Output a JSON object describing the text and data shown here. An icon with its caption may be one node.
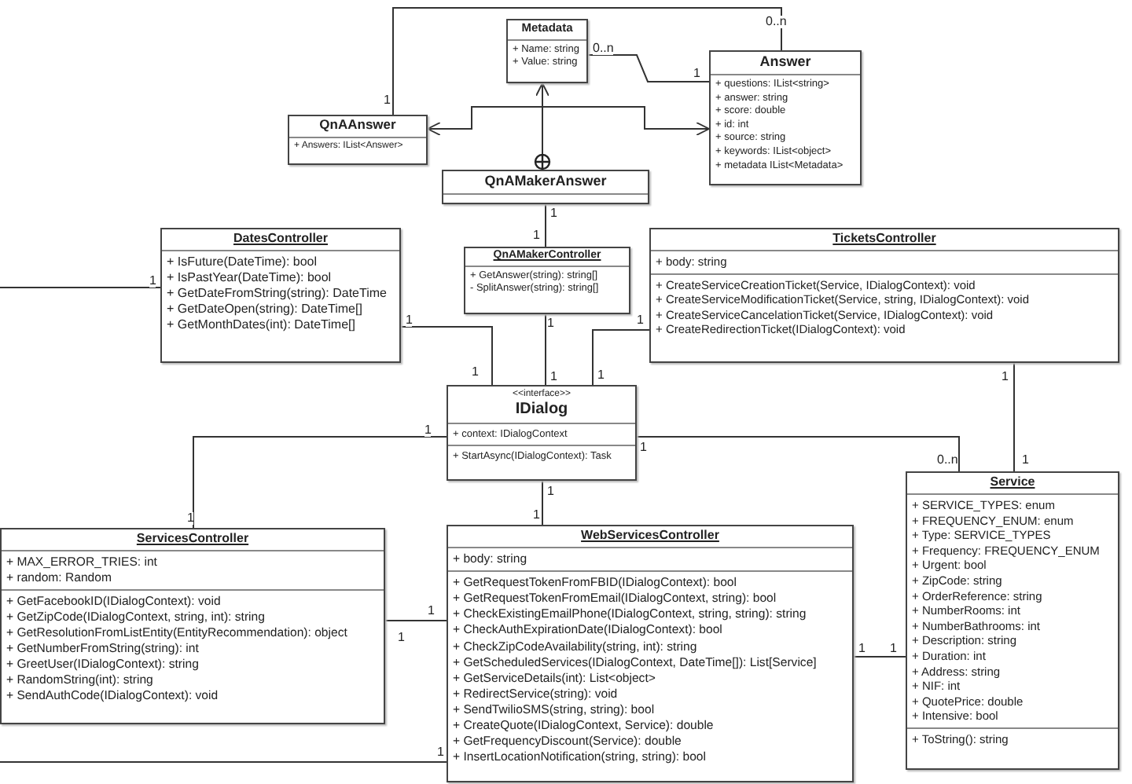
{
  "diagram": {
    "nodes": [
      {
        "text": [
          "Metadata",
          "+ Name: string",
          "+ Value: string"
        ]
      },
      {
        "text": [
          "Answer",
          "+ questions: IList<string>",
          "+ answer: string",
          "+ score: double",
          "+ id: int",
          "+ source: string",
          "+ keywords: IList<object>",
          "+ metadata IList<Metadata>"
        ]
      },
      {
        "text": [
          "QnAAnswer",
          "+ Answers: IList<Answer>"
        ]
      },
      {
        "text": [
          "QnAMakerAnswer"
        ]
      },
      {
        "text": [
          "DatesController",
          "+ IsFuture(DateTime): bool",
          "+ IsPastYear(DateTime): bool",
          "+ GetDateFromString(string): DateTime",
          "+ GetDateOpen(string): DateTime[]",
          "+ GetMonthDates(int): DateTime[]"
        ]
      },
      {
        "text": [
          "QnAMakerController",
          "+ GetAnswer(string): string[]",
          "- SplitAnswer(string): string[]"
        ]
      },
      {
        "text": [
          "TicketsController",
          "+ body: string",
          "+ CreateServiceCreationTicket(Service, IDialogContext): void",
          "+ CreateServiceModificationTicket(Service, string, IDialogContext): void",
          "+ CreateServiceCancelationTicket(Service, IDialogContext): void",
          "+ CreateRedirectionTicket(IDialogContext): void"
        ]
      },
      {
        "text": [
          "<<interface>>",
          "IDialog",
          "+ context: IDialogContext",
          "+ StartAsync(IDialogContext): Task"
        ]
      },
      {
        "text": [
          "ServicesController",
          "+ MAX_ERROR_TRIES: int",
          "+ random: Random",
          "+ GetFacebookID(IDialogContext): void",
          "+ GetZipCode(IDialogContext, string, int): string",
          "+ GetResolutionFromListEntity(EntityRecommendation): object",
          "+ GetNumberFromString(string): int",
          "+ GreetUser(IDialogContext): string",
          "+ RandomString(int): string",
          "+ SendAuthCode(IDialogContext): void"
        ]
      },
      {
        "text": [
          "WebServicesController",
          "+ body: string",
          "+ GetRequestTokenFromFBID(IDialogContext): bool",
          "+ GetRequestTokenFromEmail(IDialogContext, string): bool",
          "+ CheckExistingEmailPhone(IDialogContext, string, string): string",
          "+ CheckAuthExpirationDate(IDialogContext): bool",
          "+ CheckZipCodeAvailability(string, int): string",
          "+ GetScheduledServices(IDialogContext, DateTime[]): List[Service]",
          "+ GetServiceDetails(int): List<object>",
          "+ RedirectService(string): void",
          "+ SendTwilioSMS(string, string): bool",
          "+ CreateQuote(IDialogContext, Service): double",
          "+ GetFrequencyDiscount(Service): double",
          "+ InsertLocationNotification(string, string): bool"
        ]
      },
      {
        "text": [
          "Service",
          "+ SERVICE_TYPES: enum",
          "+ FREQUENCY_ENUM: enum",
          "+ Type: SERVICE_TYPES",
          "+ Frequency: FREQUENCY_ENUM",
          "+ Urgent: bool",
          "+ ZipCode: string",
          "+ OrderReference: string",
          "+ NumberRooms: int",
          "+ NumberBathrooms: int",
          "+ Description: string",
          "+ Duration: int",
          "+ Address: string",
          "+ NIF: int",
          "+ QuotePrice: double",
          "+ Intensive: bool",
          "+ ToString(): string"
        ]
      }
    ],
    "edges": [
      {
        "from": 2,
        "to": 1,
        "arrow": "none"
      },
      {
        "from": 0,
        "to": 1,
        "arrow": "none"
      },
      {
        "from": 3,
        "to": 0,
        "arrow": "to"
      },
      {
        "from": 3,
        "to": 2,
        "arrow": "to"
      },
      {
        "from": 3,
        "to": 1,
        "arrow": "to"
      },
      {
        "from": 3,
        "to": 5,
        "arrow": "none"
      },
      {
        "from": 5,
        "to": 7,
        "arrow": "none"
      },
      {
        "from": null,
        "to": 4,
        "arrow": "none"
      },
      {
        "from": 4,
        "to": 7,
        "arrow": "none"
      },
      {
        "from": 6,
        "to": 7,
        "arrow": "none"
      },
      {
        "from": 6,
        "to": 10,
        "arrow": "none"
      },
      {
        "from": 7,
        "to": 8,
        "arrow": "none"
      },
      {
        "from": 7,
        "to": 9,
        "arrow": "none"
      },
      {
        "from": 7,
        "to": 10,
        "arrow": "none"
      },
      {
        "from": 8,
        "to": 9,
        "arrow": "none"
      },
      {
        "from": 9,
        "to": 10,
        "arrow": "none"
      },
      {
        "from": null,
        "to": 9,
        "arrow": "none"
      }
    ],
    "labels": [
      "0..n",
      "0..n",
      "1",
      "1",
      "1",
      "1",
      "1",
      "1",
      "1",
      "1",
      "1",
      "1",
      "1",
      "1",
      "1",
      "1",
      "0..n",
      "1",
      "1",
      "1",
      "1",
      "1",
      "1",
      "1",
      "1",
      "1"
    ]
  }
}
